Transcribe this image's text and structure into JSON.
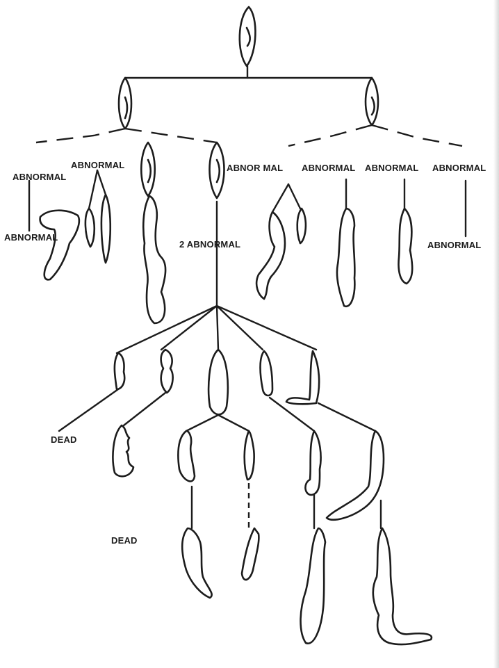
{
  "labels": {
    "abnormal_left": "ABNORMAL",
    "abnormal_upper": "ABNORMAL",
    "abnormal_lower_left": "ABNORMAL",
    "two_abnormal": "2 ABNORMAL",
    "abnormal_r1": "ABNOR MAL",
    "abnormal_r2": "ABNORMAL",
    "abnormal_r3": "ABNORMAL",
    "abnormal_r4": "ABNORMAL",
    "abnormal_far_right": "ABNORMAL",
    "dead_1": "DEAD",
    "dead_2": "DEAD"
  }
}
